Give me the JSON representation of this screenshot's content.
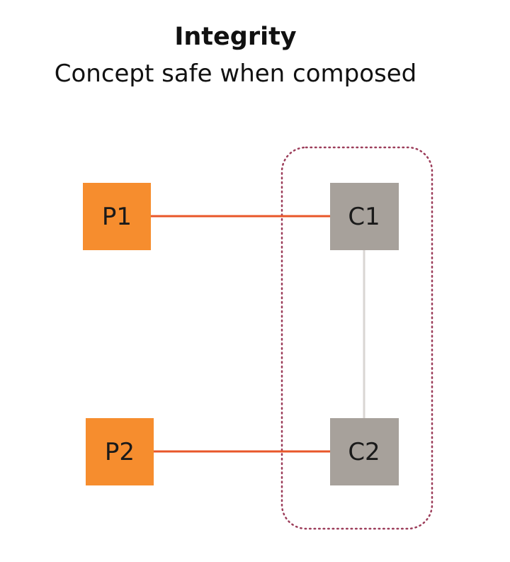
{
  "title": "Integrity",
  "subtitle": "Concept safe when composed",
  "nodes": {
    "p1": "P1",
    "p2": "P2",
    "c1": "C1",
    "c2": "C2"
  },
  "colors": {
    "program_box": "#f68d2e",
    "concept_box": "#a7a19b",
    "program_link": "#e8572a",
    "concept_link": "#d9d6d3",
    "boundary": "#9c3d5a"
  }
}
